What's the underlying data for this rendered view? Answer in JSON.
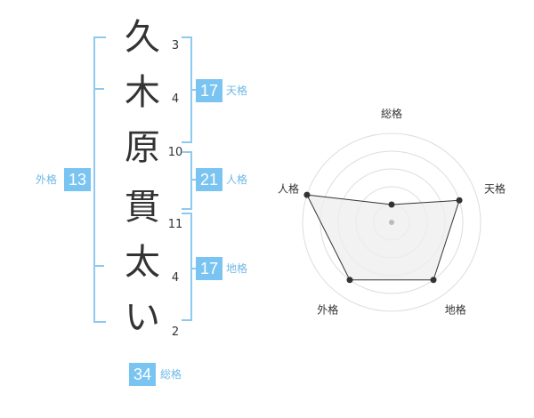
{
  "name_chars": [
    {
      "char": "久",
      "strokes": "3"
    },
    {
      "char": "木",
      "strokes": "4"
    },
    {
      "char": "原",
      "strokes": "10"
    },
    {
      "char": "貫",
      "strokes": "11"
    },
    {
      "char": "太",
      "strokes": "4"
    },
    {
      "char": "い",
      "strokes": "2"
    }
  ],
  "fortunes": {
    "tenkaku": {
      "value": "17",
      "label": "天格"
    },
    "jinkaku": {
      "value": "21",
      "label": "人格"
    },
    "chikaku": {
      "value": "17",
      "label": "地格"
    },
    "gaikaku": {
      "value": "13",
      "label": "外格"
    },
    "soukaku": {
      "value": "34",
      "label": "総格"
    }
  },
  "chart_data": {
    "type": "radar",
    "axes": [
      "総格",
      "天格",
      "地格",
      "外格",
      "人格"
    ],
    "values": [
      1,
      4,
      4,
      4,
      5
    ],
    "max": 5,
    "rings": 5,
    "colors": {
      "fill": "#eeeeee",
      "stroke": "#333333",
      "grid": "#dddddd",
      "point": "#333333"
    }
  }
}
